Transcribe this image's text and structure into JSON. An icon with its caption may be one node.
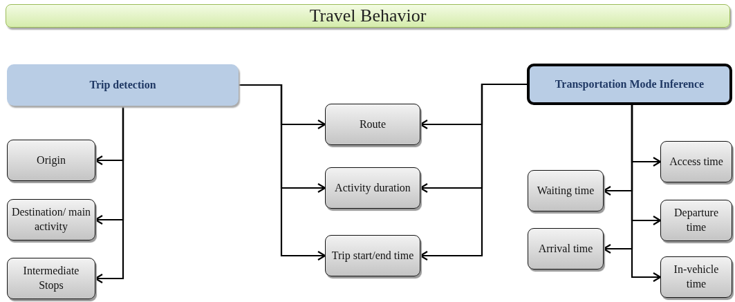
{
  "diagram": {
    "nodes": [
      {
        "text": [
          "Travel Behavior"
        ]
      },
      {
        "text": [
          "Trip detection"
        ]
      },
      {
        "text": [
          "Transportation Mode Inference"
        ]
      },
      {
        "text": [
          "Origin"
        ]
      },
      {
        "text": [
          "Destination/ main activity"
        ]
      },
      {
        "text": [
          "Intermediate Stops"
        ]
      },
      {
        "text": [
          "Route"
        ]
      },
      {
        "text": [
          "Activity duration"
        ]
      },
      {
        "text": [
          "Trip start/end time"
        ]
      },
      {
        "text": [
          "Waiting time"
        ]
      },
      {
        "text": [
          "Arrival time"
        ]
      },
      {
        "text": [
          "Access time"
        ]
      },
      {
        "text": [
          "Departure time"
        ]
      },
      {
        "text": [
          "In-vehicle time"
        ]
      }
    ],
    "edges": [
      {
        "from": 1,
        "to": 3,
        "arrow": "to"
      },
      {
        "from": 1,
        "to": 4,
        "arrow": "to"
      },
      {
        "from": 1,
        "to": 5,
        "arrow": "to"
      },
      {
        "from": 1,
        "to": 6,
        "arrow": "to"
      },
      {
        "from": 1,
        "to": 7,
        "arrow": "to"
      },
      {
        "from": 1,
        "to": 8,
        "arrow": "to"
      },
      {
        "from": 2,
        "to": 6,
        "arrow": "to"
      },
      {
        "from": 2,
        "to": 7,
        "arrow": "to"
      },
      {
        "from": 2,
        "to": 8,
        "arrow": "to"
      },
      {
        "from": 2,
        "to": 9,
        "arrow": "to"
      },
      {
        "from": 2,
        "to": 10,
        "arrow": "to"
      },
      {
        "from": 2,
        "to": 11,
        "arrow": "to"
      },
      {
        "from": 2,
        "to": 12,
        "arrow": "to"
      },
      {
        "from": 2,
        "to": 13,
        "arrow": "to"
      }
    ]
  }
}
